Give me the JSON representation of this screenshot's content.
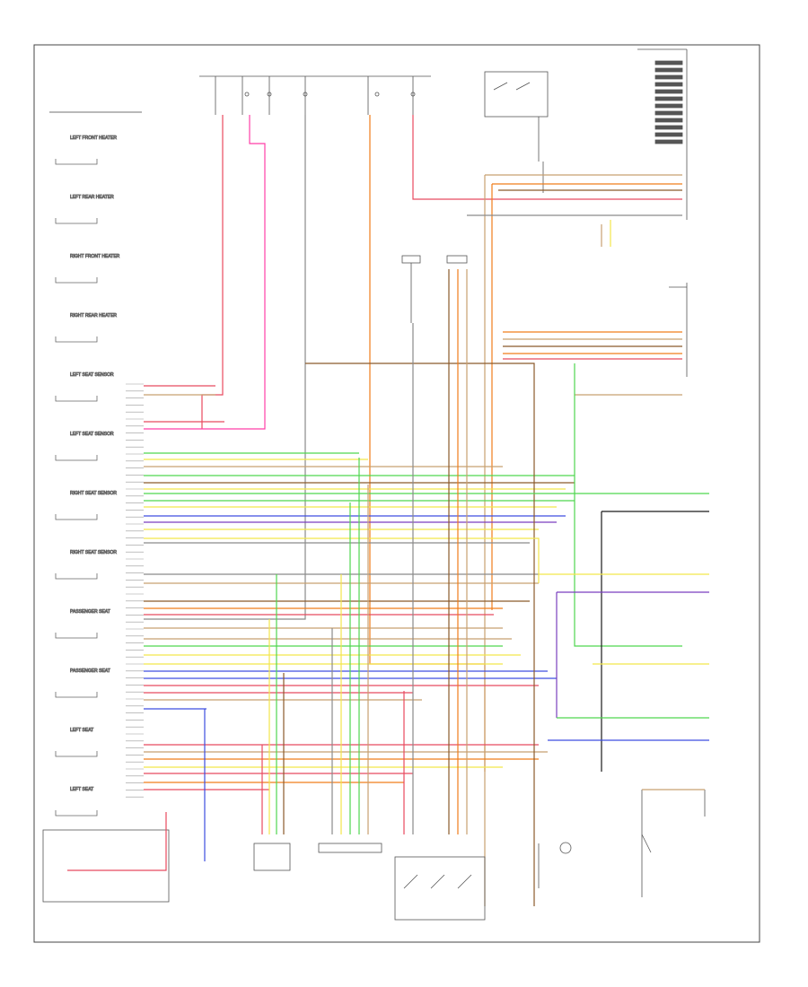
{
  "diagram": {
    "footer_text": "",
    "left_labels": [
      "LEFT FRONT HEATER",
      "LEFT REAR HEATER",
      "RIGHT FRONT HEATER",
      "RIGHT REAR HEATER",
      "LEFT SEAT SENSOR",
      "LEFT SEAT SENSOR",
      "RIGHT SEAT SENSOR",
      "RIGHT SEAT SENSOR",
      "PASSENGER SEAT",
      "PASSENGER SEAT",
      "LEFT SEAT",
      "LEFT SEAT"
    ],
    "wire_colors": {
      "red": "#e84a5f",
      "pink": "#ff3fa8",
      "orange": "#f07d1a",
      "tan": "#c8a070",
      "brown": "#8b5a2b",
      "green": "#4fd64f",
      "yellow": "#f2e64a",
      "blue": "#3d4de0",
      "gray": "#8a8a8a",
      "black": "#1a1a1a",
      "violet": "#7a3fbf"
    }
  }
}
